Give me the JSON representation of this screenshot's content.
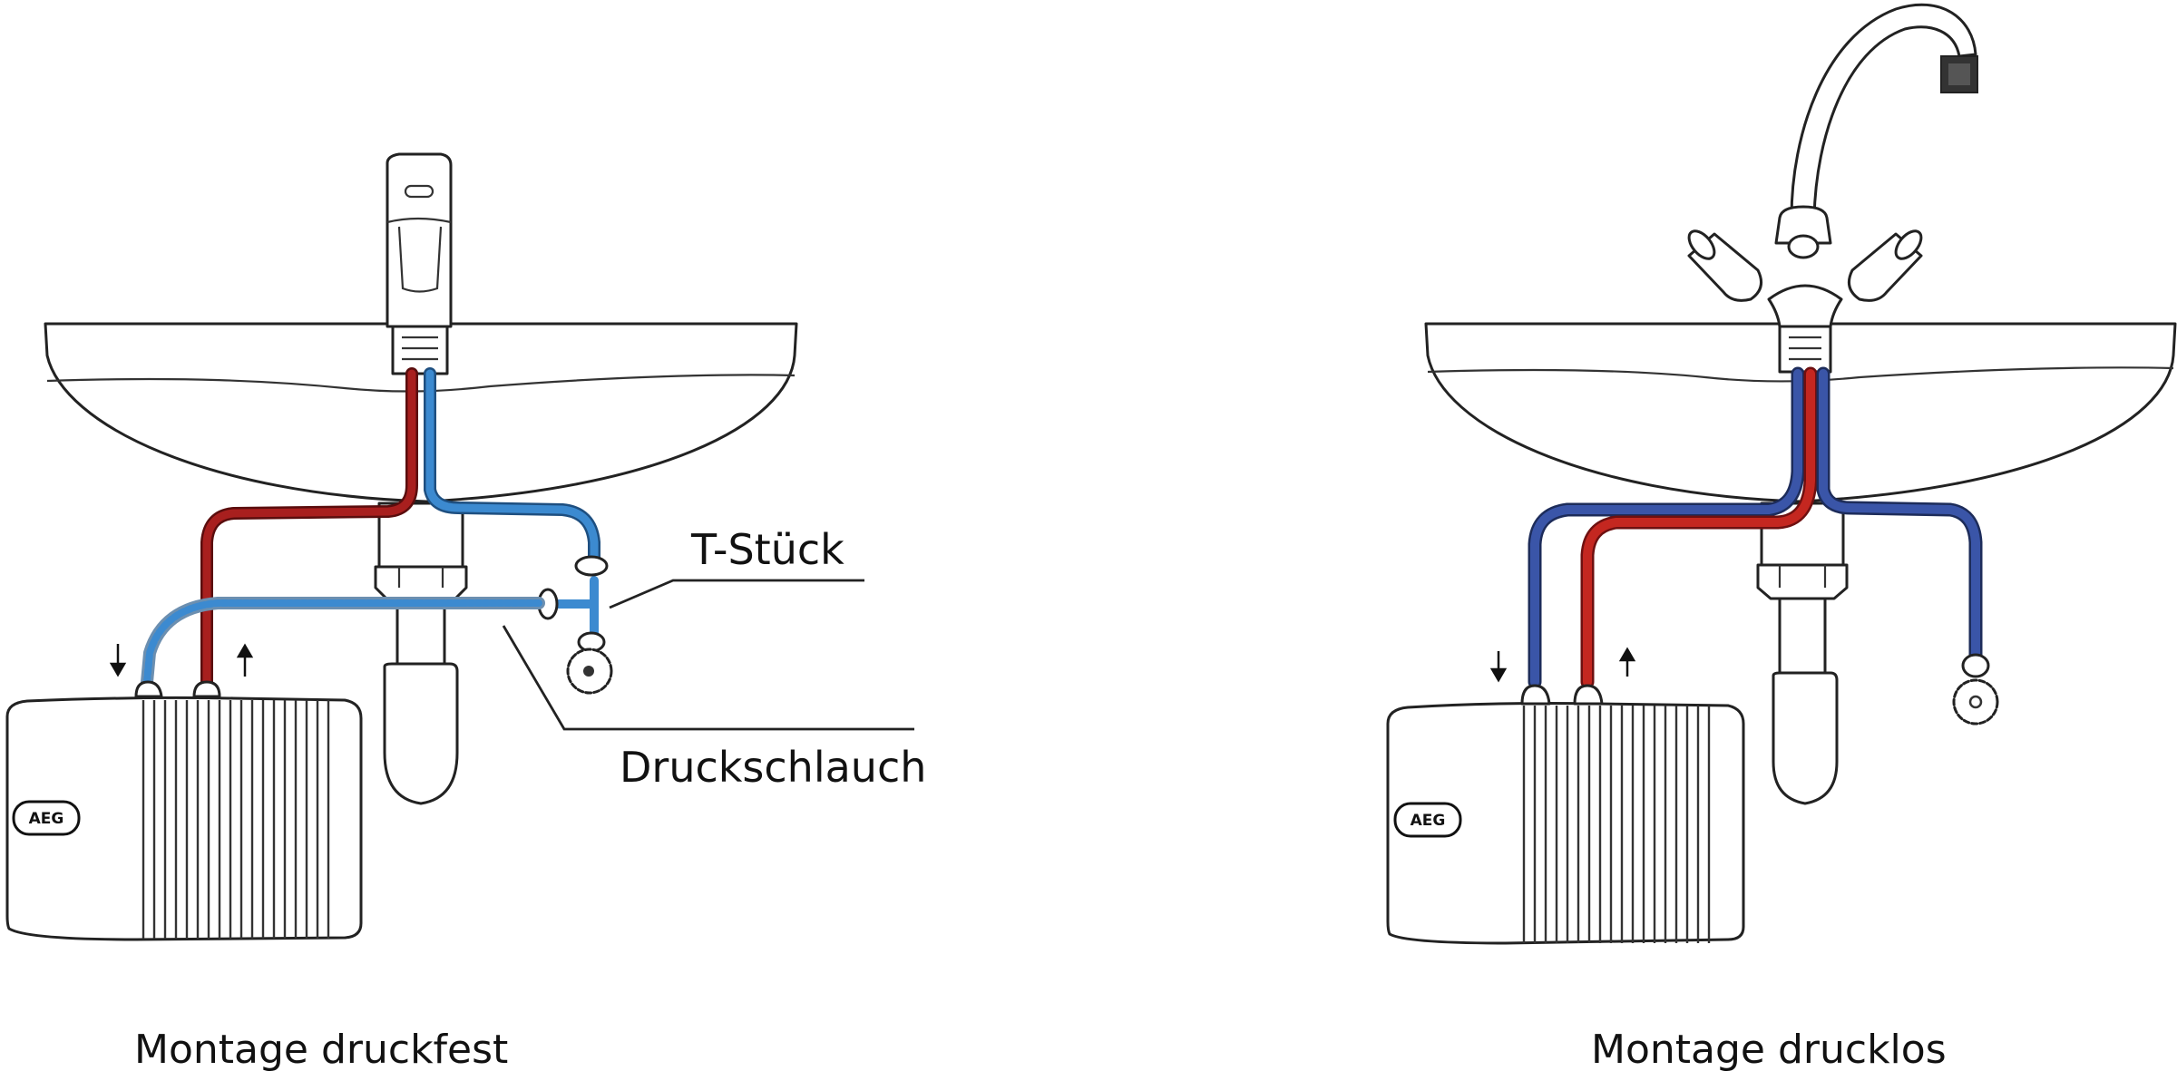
{
  "figure": {
    "brand_logo": "AEG",
    "colors": {
      "hot_left": "#a81f1e",
      "cold_left": "#3c8ad0",
      "hot_right": "#c42720",
      "cold_right": "#3a55a8",
      "outline": "#222222"
    },
    "panels": [
      {
        "id": "pressure",
        "caption": "Montage druckfest",
        "callouts": [
          "T-Stück",
          "Druckschlauch"
        ],
        "faucet_type": "single-lever mixer",
        "flow_arrows": [
          "down",
          "up"
        ]
      },
      {
        "id": "open-outlet",
        "caption": "Montage drucklos",
        "callouts": [],
        "faucet_type": "two-handle swivel spout",
        "flow_arrows": [
          "down",
          "up"
        ]
      }
    ]
  }
}
